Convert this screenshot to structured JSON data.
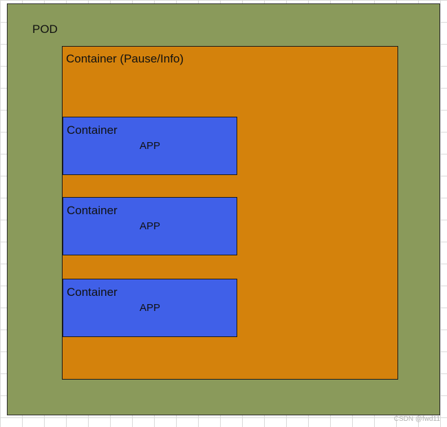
{
  "colors": {
    "pod_fill": "#8a9a5b",
    "container_fill": "#d4820c",
    "app_fill": "#4060e8"
  },
  "pod": {
    "label": "POD",
    "container": {
      "label": "Container (Pause/Info)",
      "apps": [
        {
          "label": "Container",
          "app": "APP"
        },
        {
          "label": "Container",
          "app": "APP"
        },
        {
          "label": "Container",
          "app": "APP"
        }
      ]
    }
  },
  "watermark": "CSDN @fwd11"
}
